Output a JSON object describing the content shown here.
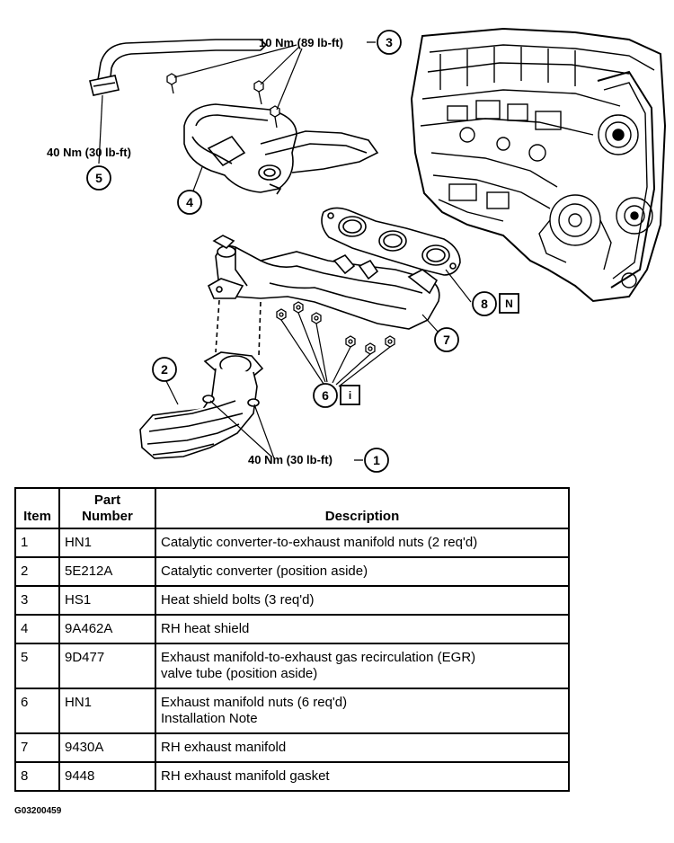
{
  "callouts": {
    "torque_3": "10 Nm (89 lb-ft)",
    "torque_5": "40 Nm (30 lb-ft)",
    "torque_1": "40 Nm (30 lb-ft)"
  },
  "item_markers": [
    "1",
    "2",
    "3",
    "4",
    "5",
    "6",
    "7",
    "8"
  ],
  "note_markers": {
    "item_6": "i",
    "item_8": "N"
  },
  "table": {
    "headers": {
      "item": "Item",
      "part_number": "Part\nNumber",
      "description": "Description"
    },
    "rows": [
      {
        "item": "1",
        "part": "HN1",
        "description": "Catalytic converter-to-exhaust manifold nuts (2 req'd)"
      },
      {
        "item": "2",
        "part": "5E212A",
        "description": "Catalytic converter (position aside)"
      },
      {
        "item": "3",
        "part": "HS1",
        "description": "Heat shield bolts (3 req'd)"
      },
      {
        "item": "4",
        "part": "9A462A",
        "description": "RH heat shield"
      },
      {
        "item": "5",
        "part": "9D477",
        "description": "Exhaust manifold-to-exhaust gas recirculation (EGR)\nvalve tube (position aside)"
      },
      {
        "item": "6",
        "part": "HN1",
        "description": "Exhaust manifold nuts (6 req'd)\nInstallation Note"
      },
      {
        "item": "7",
        "part": "9430A",
        "description": "RH exhaust manifold"
      },
      {
        "item": "8",
        "part": "9448",
        "description": "RH exhaust manifold gasket"
      }
    ]
  },
  "figure_id": "G03200459"
}
